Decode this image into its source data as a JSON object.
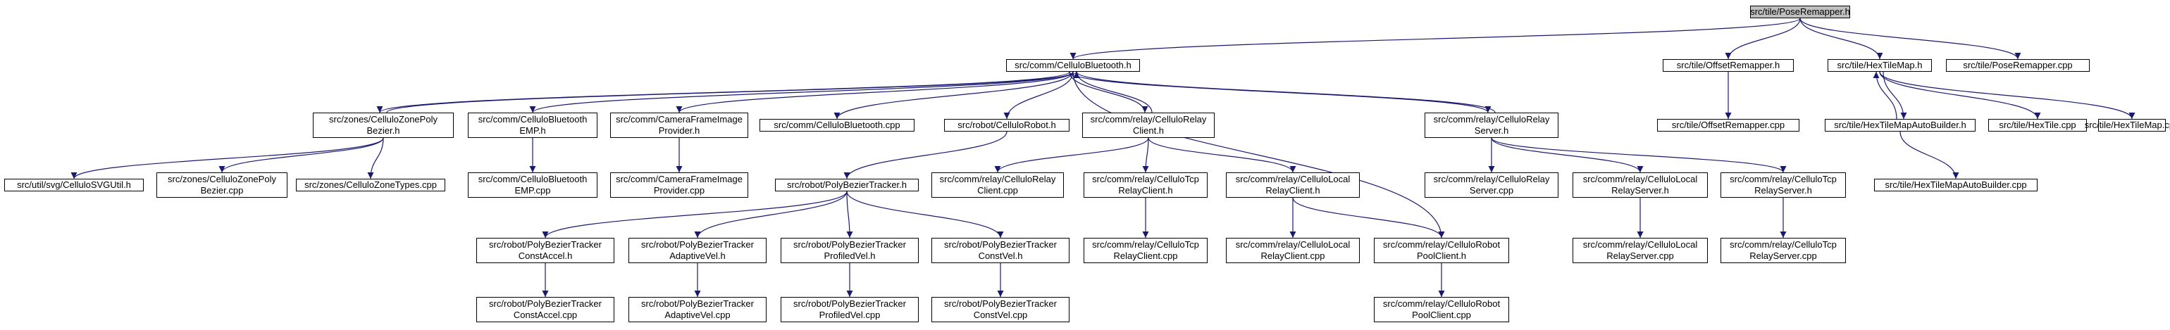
{
  "colors": {
    "edge": "#191970",
    "node_border": "#000000",
    "focus_fill": "#bfbfbf",
    "node_fill": "#ffffff"
  },
  "nodes": {
    "pose_remapper_h": {
      "label": "src/tile/PoseRemapper.h"
    },
    "cellulo_bluetooth_h": {
      "label": "src/comm/CelluloBluetooth.h"
    },
    "offset_remapper_h": {
      "label": "src/tile/OffsetRemapper.h"
    },
    "hex_tile_map_h": {
      "label": "src/tile/HexTileMap.h"
    },
    "pose_remapper_cpp": {
      "label": "src/tile/PoseRemapper.cpp"
    },
    "cellulo_zone_poly_bezier_h": {
      "line1": "src/zones/CelluloZonePoly",
      "line2": "Bezier.h"
    },
    "cellulo_bluetooth_emp_h": {
      "line1": "src/comm/CelluloBluetooth",
      "line2": "EMP.h"
    },
    "camera_frame_image_provider_h": {
      "line1": "src/comm/CameraFrameImage",
      "line2": "Provider.h"
    },
    "cellulo_bluetooth_cpp": {
      "label": "src/comm/CelluloBluetooth.cpp"
    },
    "cellulo_robot_h": {
      "label": "src/robot/CelluloRobot.h"
    },
    "cellulo_relay_client_h": {
      "line1": "src/comm/relay/CelluloRelay",
      "line2": "Client.h"
    },
    "cellulo_relay_server_h": {
      "line1": "src/comm/relay/CelluloRelay",
      "line2": "Server.h"
    },
    "offset_remapper_cpp": {
      "label": "src/tile/OffsetRemapper.cpp"
    },
    "hex_tile_map_auto_builder_h": {
      "label": "src/tile/HexTileMapAutoBuilder.h"
    },
    "hex_tile_cpp": {
      "label": "src/tile/HexTile.cpp"
    },
    "hex_tile_map_cpp": {
      "label": "src/tile/HexTileMap.cpp"
    },
    "cellulo_svg_util_h": {
      "label": "src/util/svg/CelluloSVGUtil.h"
    },
    "cellulo_zone_poly_bezier_cpp": {
      "line1": "src/zones/CelluloZonePoly",
      "line2": "Bezier.cpp"
    },
    "cellulo_zone_types_cpp": {
      "label": "src/zones/CelluloZoneTypes.cpp"
    },
    "cellulo_bluetooth_emp_cpp": {
      "line1": "src/comm/CelluloBluetooth",
      "line2": "EMP.cpp"
    },
    "camera_frame_image_provider_cpp": {
      "line1": "src/comm/CameraFrameImage",
      "line2": "Provider.cpp"
    },
    "poly_bezier_tracker_h": {
      "label": "src/robot/PolyBezierTracker.h"
    },
    "cellulo_relay_client_cpp": {
      "line1": "src/comm/relay/CelluloRelay",
      "line2": "Client.cpp"
    },
    "cellulo_tcp_relay_client_h": {
      "line1": "src/comm/relay/CelluloTcp",
      "line2": "RelayClient.h"
    },
    "cellulo_local_relay_client_h": {
      "line1": "src/comm/relay/CelluloLocal",
      "line2": "RelayClient.h"
    },
    "cellulo_relay_server_cpp": {
      "line1": "src/comm/relay/CelluloRelay",
      "line2": "Server.cpp"
    },
    "cellulo_local_relay_server_h": {
      "line1": "src/comm/relay/CelluloLocal",
      "line2": "RelayServer.h"
    },
    "cellulo_tcp_relay_server_h": {
      "line1": "src/comm/relay/CelluloTcp",
      "line2": "RelayServer.h"
    },
    "hex_tile_map_auto_builder_cpp": {
      "label": "src/tile/HexTileMapAutoBuilder.cpp"
    },
    "tracker_const_accel_h": {
      "line1": "src/robot/PolyBezierTracker",
      "line2": "ConstAccel.h"
    },
    "tracker_adaptive_vel_h": {
      "line1": "src/robot/PolyBezierTracker",
      "line2": "AdaptiveVel.h"
    },
    "tracker_profiled_vel_h": {
      "line1": "src/robot/PolyBezierTracker",
      "line2": "ProfiledVel.h"
    },
    "tracker_const_vel_h": {
      "line1": "src/robot/PolyBezierTracker",
      "line2": "ConstVel.h"
    },
    "cellulo_tcp_relay_client_cpp": {
      "line1": "src/comm/relay/CelluloTcp",
      "line2": "RelayClient.cpp"
    },
    "cellulo_local_relay_client_cpp": {
      "line1": "src/comm/relay/CelluloLocal",
      "line2": "RelayClient.cpp"
    },
    "cellulo_robot_pool_client_h": {
      "line1": "src/comm/relay/CelluloRobot",
      "line2": "PoolClient.h"
    },
    "cellulo_local_relay_server_cpp": {
      "line1": "src/comm/relay/CelluloLocal",
      "line2": "RelayServer.cpp"
    },
    "cellulo_tcp_relay_server_cpp": {
      "line1": "src/comm/relay/CelluloTcp",
      "line2": "RelayServer.cpp"
    },
    "tracker_const_accel_cpp": {
      "line1": "src/robot/PolyBezierTracker",
      "line2": "ConstAccel.cpp"
    },
    "tracker_adaptive_vel_cpp": {
      "line1": "src/robot/PolyBezierTracker",
      "line2": "AdaptiveVel.cpp"
    },
    "tracker_profiled_vel_cpp": {
      "line1": "src/robot/PolyBezierTracker",
      "line2": "ProfiledVel.cpp"
    },
    "tracker_const_vel_cpp": {
      "line1": "src/robot/PolyBezierTracker",
      "line2": "ConstVel.cpp"
    },
    "cellulo_robot_pool_client_cpp": {
      "line1": "src/comm/relay/CelluloRobot",
      "line2": "PoolClient.cpp"
    }
  },
  "edges": [
    [
      "pose_remapper_h",
      "cellulo_bluetooth_h"
    ],
    [
      "pose_remapper_h",
      "offset_remapper_h"
    ],
    [
      "pose_remapper_h",
      "hex_tile_map_h"
    ],
    [
      "pose_remapper_h",
      "pose_remapper_cpp"
    ],
    [
      "cellulo_bluetooth_h",
      "cellulo_zone_poly_bezier_h"
    ],
    [
      "cellulo_bluetooth_h",
      "cellulo_bluetooth_emp_h"
    ],
    [
      "cellulo_bluetooth_h",
      "camera_frame_image_provider_h"
    ],
    [
      "cellulo_bluetooth_h",
      "cellulo_bluetooth_cpp"
    ],
    [
      "cellulo_bluetooth_h",
      "cellulo_robot_h"
    ],
    [
      "cellulo_bluetooth_h",
      "cellulo_relay_client_h"
    ],
    [
      "cellulo_bluetooth_h",
      "cellulo_relay_server_h"
    ],
    [
      "cellulo_bluetooth_h",
      "cellulo_robot_pool_client_h"
    ],
    [
      "cellulo_zone_poly_bezier_h",
      "cellulo_bluetooth_h"
    ],
    [
      "cellulo_relay_client_h",
      "cellulo_bluetooth_h"
    ],
    [
      "cellulo_relay_server_h",
      "cellulo_bluetooth_h"
    ],
    [
      "offset_remapper_h",
      "offset_remapper_cpp"
    ],
    [
      "hex_tile_map_h",
      "hex_tile_map_auto_builder_h"
    ],
    [
      "hex_tile_map_auto_builder_h",
      "hex_tile_map_h"
    ],
    [
      "hex_tile_map_h",
      "hex_tile_cpp"
    ],
    [
      "hex_tile_map_h",
      "hex_tile_map_cpp"
    ],
    [
      "hex_tile_map_auto_builder_h",
      "hex_tile_map_auto_builder_cpp"
    ],
    [
      "cellulo_zone_poly_bezier_h",
      "cellulo_svg_util_h"
    ],
    [
      "cellulo_zone_poly_bezier_h",
      "cellulo_zone_poly_bezier_cpp"
    ],
    [
      "cellulo_zone_poly_bezier_h",
      "cellulo_zone_types_cpp"
    ],
    [
      "cellulo_bluetooth_emp_h",
      "cellulo_bluetooth_emp_cpp"
    ],
    [
      "camera_frame_image_provider_h",
      "camera_frame_image_provider_cpp"
    ],
    [
      "cellulo_robot_h",
      "poly_bezier_tracker_h"
    ],
    [
      "cellulo_relay_client_h",
      "cellulo_relay_client_cpp"
    ],
    [
      "cellulo_relay_client_h",
      "cellulo_tcp_relay_client_h"
    ],
    [
      "cellulo_relay_client_h",
      "cellulo_local_relay_client_h"
    ],
    [
      "cellulo_relay_server_h",
      "cellulo_relay_server_cpp"
    ],
    [
      "cellulo_relay_server_h",
      "cellulo_local_relay_server_h"
    ],
    [
      "cellulo_relay_server_h",
      "cellulo_tcp_relay_server_h"
    ],
    [
      "poly_bezier_tracker_h",
      "tracker_const_accel_h"
    ],
    [
      "poly_bezier_tracker_h",
      "tracker_adaptive_vel_h"
    ],
    [
      "poly_bezier_tracker_h",
      "tracker_profiled_vel_h"
    ],
    [
      "poly_bezier_tracker_h",
      "tracker_const_vel_h"
    ],
    [
      "cellulo_tcp_relay_client_h",
      "cellulo_tcp_relay_client_cpp"
    ],
    [
      "cellulo_local_relay_client_h",
      "cellulo_local_relay_client_cpp"
    ],
    [
      "cellulo_local_relay_client_h",
      "cellulo_robot_pool_client_h"
    ],
    [
      "cellulo_local_relay_server_h",
      "cellulo_local_relay_server_cpp"
    ],
    [
      "cellulo_tcp_relay_server_h",
      "cellulo_tcp_relay_server_cpp"
    ],
    [
      "tracker_const_accel_h",
      "tracker_const_accel_cpp"
    ],
    [
      "tracker_adaptive_vel_h",
      "tracker_adaptive_vel_cpp"
    ],
    [
      "tracker_profiled_vel_h",
      "tracker_profiled_vel_cpp"
    ],
    [
      "tracker_const_vel_h",
      "tracker_const_vel_cpp"
    ],
    [
      "cellulo_robot_pool_client_h",
      "cellulo_robot_pool_client_cpp"
    ]
  ]
}
